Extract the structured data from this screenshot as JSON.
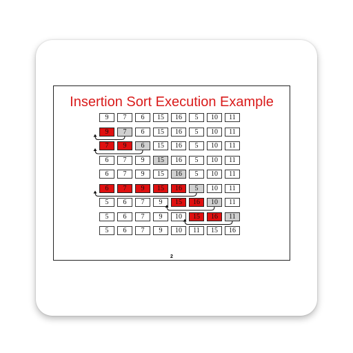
{
  "slide": {
    "title": "Insertion Sort Execution Example",
    "page_number": "2",
    "colors": {
      "title": "#d91b1b",
      "highlight": "#e01010",
      "current": "#d0d0d0"
    },
    "rows": [
      {
        "values": [
          "9",
          "7",
          "6",
          "15",
          "16",
          "5",
          "10",
          "11"
        ],
        "states": [
          "n",
          "n",
          "n",
          "n",
          "n",
          "n",
          "n",
          "n"
        ]
      },
      {
        "values": [
          "9",
          "7",
          "6",
          "15",
          "16",
          "5",
          "10",
          "11"
        ],
        "states": [
          "r",
          "g",
          "n",
          "n",
          "n",
          "n",
          "n",
          "n"
        ]
      },
      {
        "values": [
          "7",
          "9",
          "6",
          "15",
          "16",
          "5",
          "10",
          "11"
        ],
        "states": [
          "r",
          "r",
          "g",
          "n",
          "n",
          "n",
          "n",
          "n"
        ]
      },
      {
        "values": [
          "6",
          "7",
          "9",
          "15",
          "16",
          "5",
          "10",
          "11"
        ],
        "states": [
          "n",
          "n",
          "n",
          "g",
          "n",
          "n",
          "n",
          "n"
        ]
      },
      {
        "values": [
          "6",
          "7",
          "9",
          "15",
          "16",
          "5",
          "10",
          "11"
        ],
        "states": [
          "n",
          "n",
          "n",
          "n",
          "g",
          "n",
          "n",
          "n"
        ]
      },
      {
        "values": [
          "6",
          "7",
          "9",
          "15",
          "16",
          "5",
          "10",
          "11"
        ],
        "states": [
          "r",
          "r",
          "r",
          "r",
          "r",
          "g",
          "n",
          "n"
        ]
      },
      {
        "values": [
          "5",
          "6",
          "7",
          "9",
          "15",
          "16",
          "10",
          "11"
        ],
        "states": [
          "n",
          "n",
          "n",
          "n",
          "r",
          "r",
          "g",
          "n"
        ]
      },
      {
        "values": [
          "5",
          "6",
          "7",
          "9",
          "10",
          "15",
          "16",
          "11"
        ],
        "states": [
          "n",
          "n",
          "n",
          "n",
          "n",
          "r",
          "r",
          "g"
        ]
      },
      {
        "values": [
          "5",
          "6",
          "7",
          "9",
          "10",
          "11",
          "15",
          "16"
        ],
        "states": [
          "n",
          "n",
          "n",
          "n",
          "n",
          "n",
          "n",
          "n"
        ]
      }
    ],
    "moves": [
      {
        "row": 1,
        "from_col": 1,
        "to_col": 0
      },
      {
        "row": 2,
        "from_col": 2,
        "to_col": 0
      },
      {
        "row": 5,
        "from_col": 5,
        "to_col": 0
      },
      {
        "row": 6,
        "from_col": 6,
        "to_col": 4
      },
      {
        "row": 7,
        "from_col": 7,
        "to_col": 5
      }
    ]
  }
}
